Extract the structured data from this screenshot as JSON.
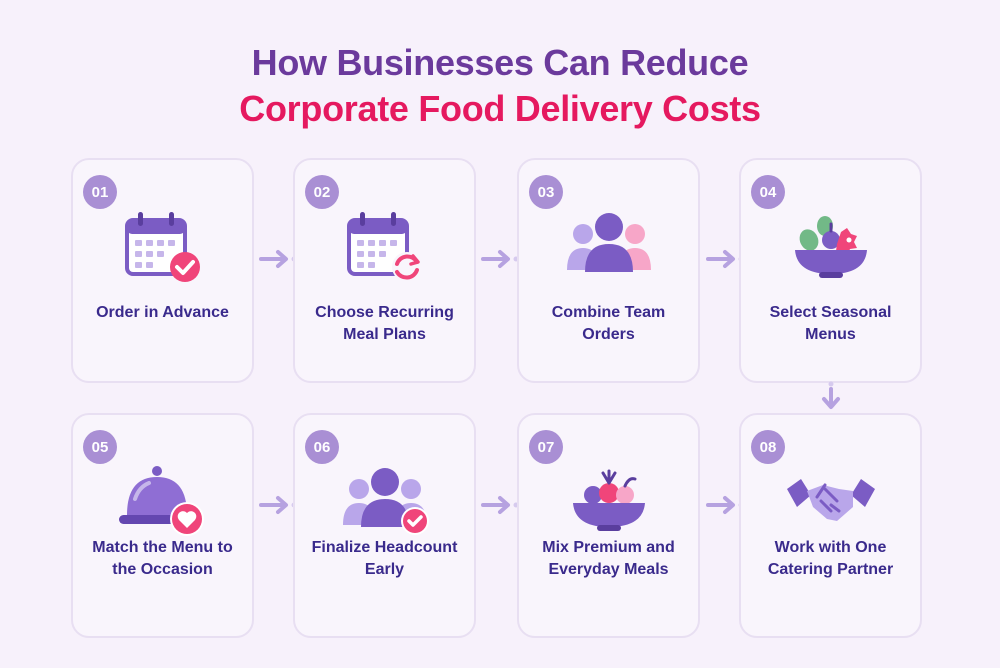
{
  "title": {
    "line1": "How Businesses Can Reduce",
    "line2": "Corporate Food Delivery Costs"
  },
  "steps": [
    {
      "num": "01",
      "label": "Order in Advance",
      "icon": "calendar-check-icon"
    },
    {
      "num": "02",
      "label": "Choose Recurring Meal Plans",
      "icon": "calendar-recurring-icon"
    },
    {
      "num": "03",
      "label": "Combine Team Orders",
      "icon": "team-group-icon"
    },
    {
      "num": "04",
      "label": "Select Seasonal Menus",
      "icon": "salad-bowl-icon"
    },
    {
      "num": "05",
      "label": "Match the Menu to the Occasion",
      "icon": "cloche-heart-icon"
    },
    {
      "num": "06",
      "label": "Finalize Headcount Early",
      "icon": "team-check-icon"
    },
    {
      "num": "07",
      "label": "Mix Premium and Everyday Meals",
      "icon": "fruit-bowl-icon"
    },
    {
      "num": "08",
      "label": "Work with One Catering Partner",
      "icon": "handshake-icon"
    }
  ],
  "colors": {
    "title_primary": "#6b3a9c",
    "title_accent": "#e5195f",
    "badge": "#a98fd4",
    "label": "#3a2a8c",
    "icon_purple": "#7b5cc4",
    "icon_pink": "#f0457a",
    "arrow": "#b6a2e0"
  }
}
